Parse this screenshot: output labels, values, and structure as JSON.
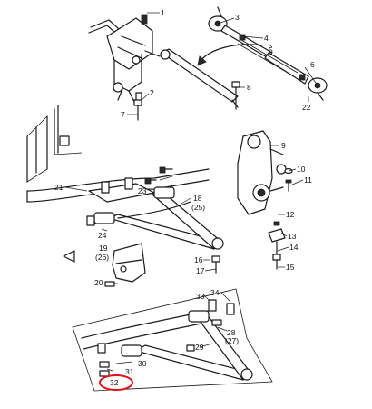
{
  "diagram": {
    "callouts": [
      {
        "id": "c1",
        "text": "1"
      },
      {
        "id": "c2",
        "text": "2"
      },
      {
        "id": "c3",
        "text": "3"
      },
      {
        "id": "c4",
        "text": "4"
      },
      {
        "id": "c5",
        "text": "5"
      },
      {
        "id": "c6",
        "text": "6"
      },
      {
        "id": "c7",
        "text": "7"
      },
      {
        "id": "c8",
        "text": "8"
      },
      {
        "id": "c9",
        "text": "9"
      },
      {
        "id": "c10",
        "text": "10"
      },
      {
        "id": "c11",
        "text": "11"
      },
      {
        "id": "c12",
        "text": "12"
      },
      {
        "id": "c13",
        "text": "13"
      },
      {
        "id": "c14",
        "text": "14"
      },
      {
        "id": "c15",
        "text": "15"
      },
      {
        "id": "c16",
        "text": "16"
      },
      {
        "id": "c17",
        "text": "17"
      },
      {
        "id": "c18",
        "text": "18"
      },
      {
        "id": "c18b",
        "text": "(25)"
      },
      {
        "id": "c19",
        "text": "19"
      },
      {
        "id": "c19b",
        "text": "(26)"
      },
      {
        "id": "c20",
        "text": "20"
      },
      {
        "id": "c21",
        "text": "21"
      },
      {
        "id": "c22",
        "text": "22"
      },
      {
        "id": "c23",
        "text": "23"
      },
      {
        "id": "c24",
        "text": "24"
      },
      {
        "id": "c28",
        "text": "28"
      },
      {
        "id": "c28b",
        "text": "(27)"
      },
      {
        "id": "c29",
        "text": "29"
      },
      {
        "id": "c30",
        "text": "30"
      },
      {
        "id": "c31",
        "text": "31"
      },
      {
        "id": "c32",
        "text": "32"
      },
      {
        "id": "c33",
        "text": "33"
      },
      {
        "id": "c34",
        "text": "34"
      }
    ],
    "highlight_color": "#e0161e"
  }
}
